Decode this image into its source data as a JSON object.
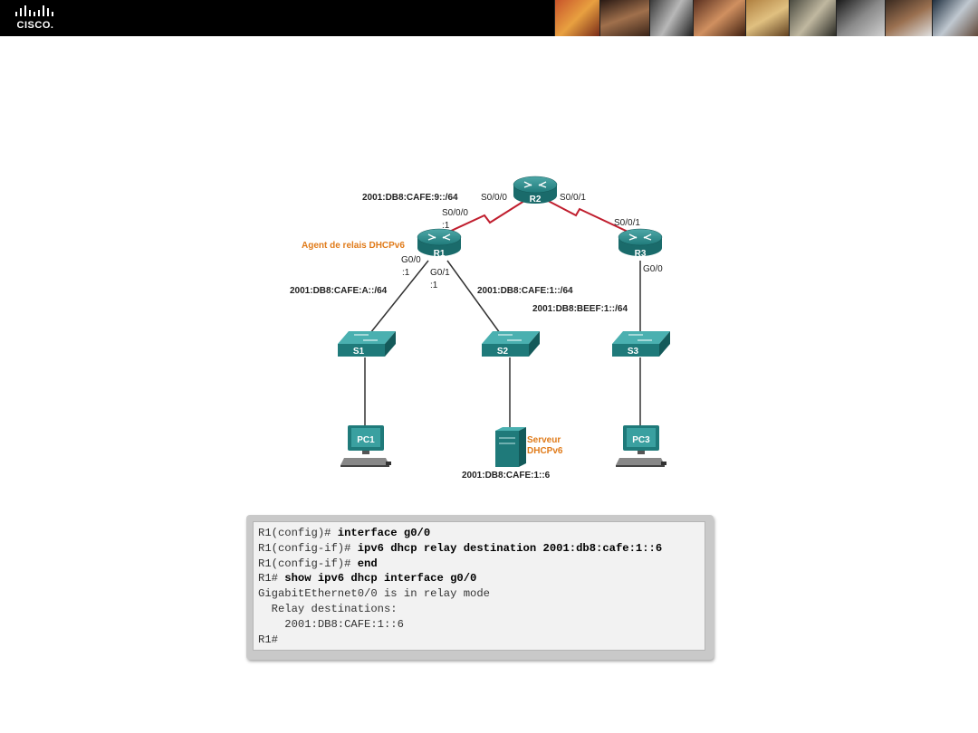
{
  "header": {
    "logo_text": "CISCO."
  },
  "diagram": {
    "devices": {
      "r1": "R1",
      "r2": "R2",
      "r3": "R3",
      "s1": "S1",
      "s2": "S2",
      "s3": "S3",
      "pc1": "PC1",
      "pc3": "PC3"
    },
    "labels": {
      "net_r1_r2": "2001:DB8:CAFE:9::/64",
      "r2_s000": "S0/0/0",
      "r2_s001": "S0/0/1",
      "r1_s000": "S0/0/0",
      "r1_s000_addr": ":1",
      "r3_s001": "S0/0/1",
      "relay_agent": "Agent de relais DHCPv6",
      "r1_g00": "G0/0",
      "r1_g00_addr": ":1",
      "r1_g01": "G0/1",
      "r1_g01_addr": ":1",
      "r3_g00": "G0/0",
      "net_a": "2001:DB8:CAFE:A::/64",
      "net_1": "2001:DB8:CAFE:1::/64",
      "net_beef": "2001:DB8:BEEF:1::/64",
      "server_line1": "Serveur",
      "server_line2": "DHCPv6",
      "server_addr": "2001:DB8:CAFE:1::6"
    }
  },
  "cli": {
    "lines": [
      {
        "prompt": "R1(config)# ",
        "cmd": "interface g0/0"
      },
      {
        "prompt": "R1(config-if)# ",
        "cmd": "ipv6 dhcp relay destination 2001:db8:cafe:1::6"
      },
      {
        "prompt": "R1(config-if)# ",
        "cmd": "end"
      },
      {
        "prompt": "R1# ",
        "cmd": "show ipv6 dhcp interface g0/0"
      },
      {
        "prompt": "GigabitEthernet0/0 is in relay mode",
        "cmd": ""
      },
      {
        "prompt": "  Relay destinations:",
        "cmd": ""
      },
      {
        "prompt": "    2001:DB8:CAFE:1::6",
        "cmd": ""
      },
      {
        "prompt": "R1#",
        "cmd": ""
      }
    ]
  }
}
